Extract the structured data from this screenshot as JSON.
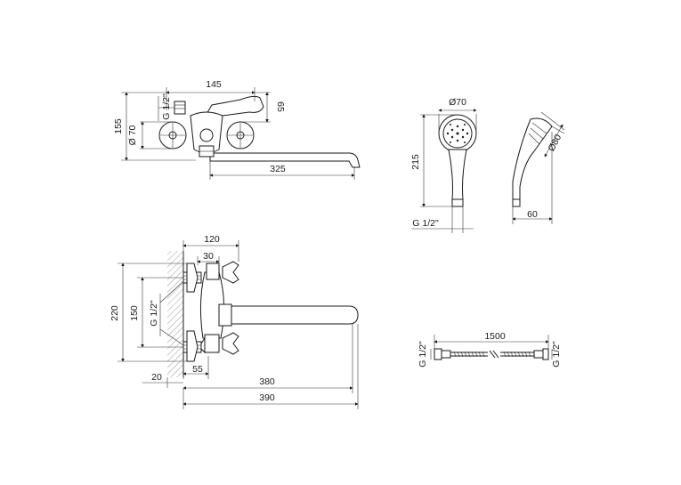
{
  "top_view": {
    "dim_width": "145",
    "dim_height_total": "155",
    "dim_height_top": "65",
    "dim_thread": "G 1/2\"",
    "dim_diameter": "Ø 70",
    "dim_spout": "325"
  },
  "front_view": {
    "dim_width": "120",
    "dim_center": "30",
    "dim_height_total": "220",
    "dim_height_inner": "150",
    "dim_thread": "G 1/2\"",
    "dim_offset": "55",
    "dim_wall": "20",
    "dim_spout": "380",
    "dim_total": "390"
  },
  "shower_head": {
    "dim_head": "Ø70",
    "dim_height": "215",
    "dim_thread": "G 1/2\"",
    "dim_side_diameter": "Ø80",
    "dim_side_width": "60"
  },
  "hose": {
    "dim_length": "1500",
    "dim_thread_left": "G 1/2\"",
    "dim_thread_right": "G 1/2\""
  }
}
